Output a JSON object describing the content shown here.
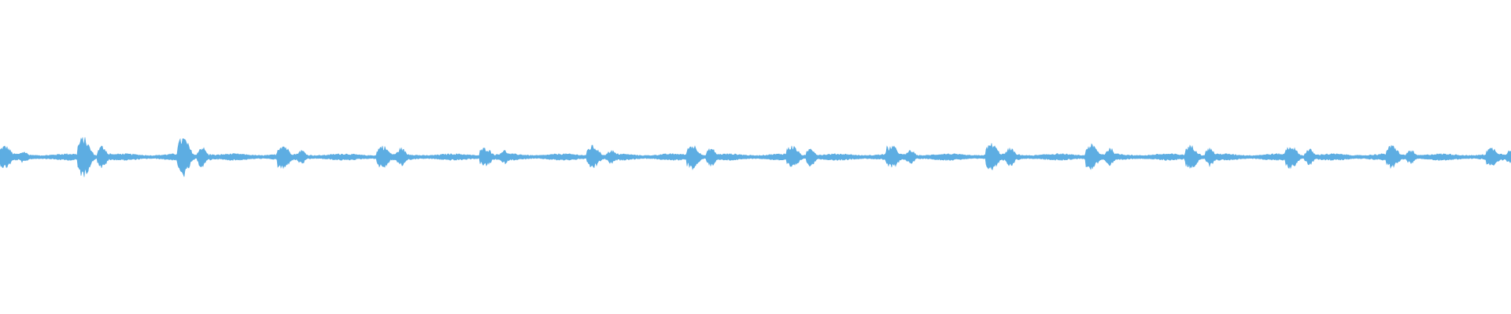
{
  "waveform": {
    "color": "#5dade2",
    "background": "#ffffff",
    "bursts": [
      {
        "t": 0.0,
        "peak": 0.55,
        "tail": 0.25
      },
      {
        "t": 0.052,
        "peak": 0.95,
        "tail": 0.5
      },
      {
        "t": 0.118,
        "peak": 0.95,
        "tail": 0.45
      },
      {
        "t": 0.184,
        "peak": 0.6,
        "tail": 0.3
      },
      {
        "t": 0.25,
        "peak": 0.55,
        "tail": 0.4
      },
      {
        "t": 0.318,
        "peak": 0.45,
        "tail": 0.3
      },
      {
        "t": 0.389,
        "peak": 0.55,
        "tail": 0.3
      },
      {
        "t": 0.455,
        "peak": 0.6,
        "tail": 0.4
      },
      {
        "t": 0.521,
        "peak": 0.55,
        "tail": 0.4
      },
      {
        "t": 0.587,
        "peak": 0.55,
        "tail": 0.3
      },
      {
        "t": 0.653,
        "peak": 0.65,
        "tail": 0.4
      },
      {
        "t": 0.719,
        "peak": 0.6,
        "tail": 0.4
      },
      {
        "t": 0.785,
        "peak": 0.55,
        "tail": 0.4
      },
      {
        "t": 0.851,
        "peak": 0.55,
        "tail": 0.35
      },
      {
        "t": 0.918,
        "peak": 0.55,
        "tail": 0.3
      },
      {
        "t": 0.984,
        "peak": 0.45,
        "tail": 0.3
      }
    ],
    "noise_floor": 0.06,
    "hum_level": 0.1
  }
}
